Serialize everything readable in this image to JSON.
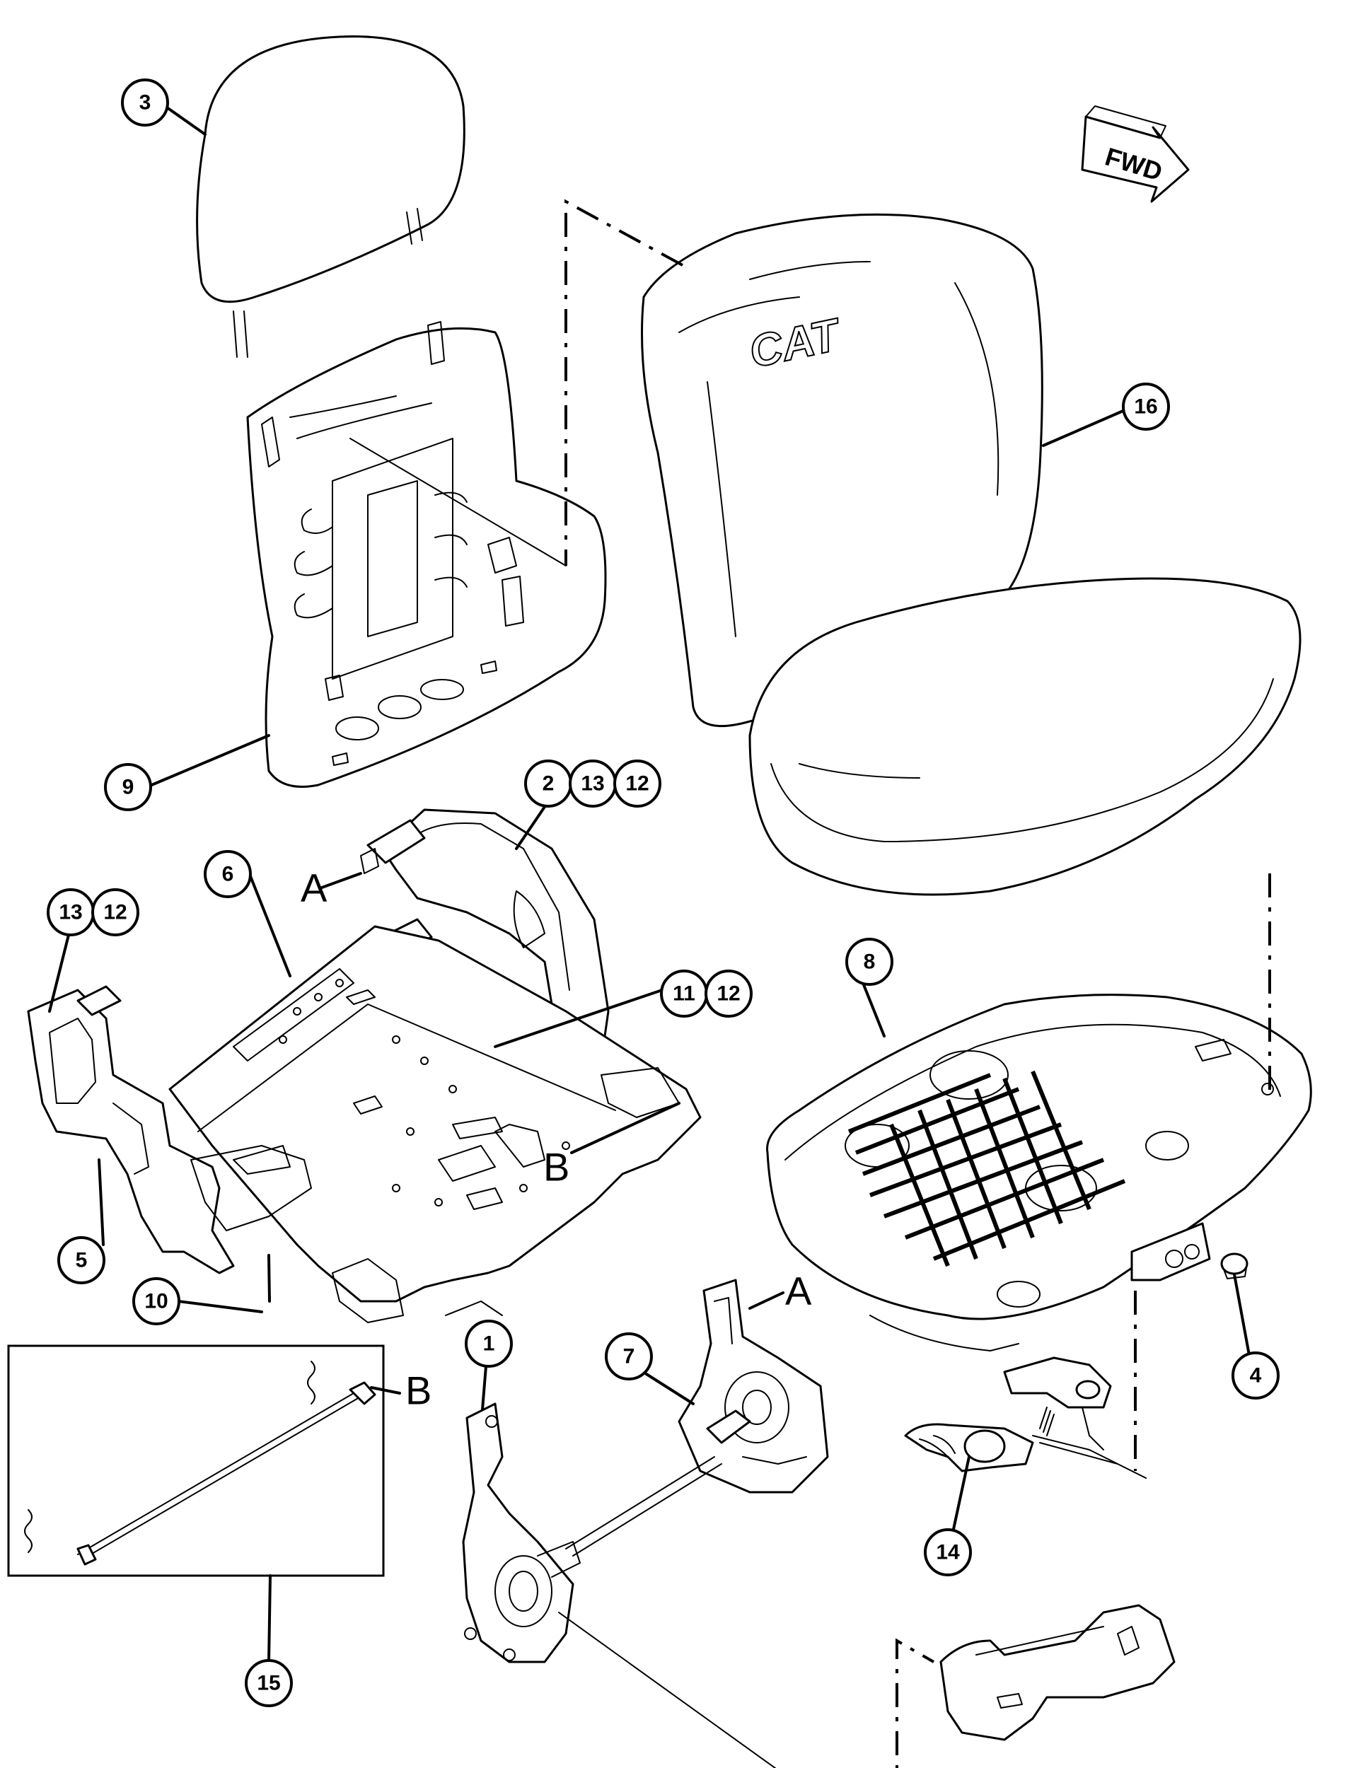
{
  "callouts": {
    "c1": "1",
    "c2": "2",
    "c3": "3",
    "c4": "4",
    "c5": "5",
    "c6": "6",
    "c7": "7",
    "c8": "8",
    "c9": "9",
    "c10": "10",
    "c11": "11",
    "c12": "12",
    "c13": "13",
    "c14": "14",
    "c15": "15",
    "c16": "16"
  },
  "refs": {
    "a": "A",
    "b": "B"
  },
  "fwd_arrow": {
    "label": "FWD"
  },
  "logo": {
    "text": "CAT"
  }
}
